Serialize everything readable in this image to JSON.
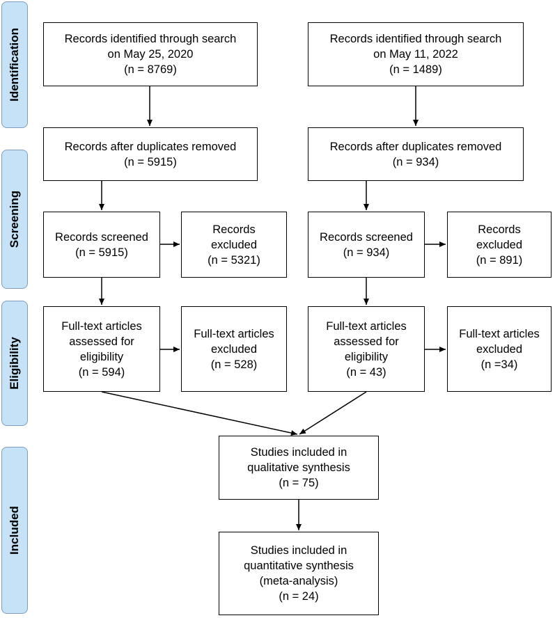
{
  "stages": {
    "identification": "Identification",
    "screening": "Screening",
    "eligibility": "Eligibility",
    "included": "Included"
  },
  "left": {
    "identified": [
      "Records identified through search",
      "on May 25, 2020",
      "(n = 8769)"
    ],
    "dedup": [
      "Records after duplicates removed",
      "(n = 5915)"
    ],
    "screened": [
      "Records screened",
      "(n = 5915)"
    ],
    "excluded": [
      "Records",
      "excluded",
      "(n = 5321)"
    ],
    "fulltext": [
      "Full-text articles",
      "assessed for",
      "eligibility",
      "(n = 594)"
    ],
    "ft_excluded": [
      "Full-text articles",
      "excluded",
      "(n = 528)"
    ]
  },
  "right": {
    "identified": [
      "Records identified through search",
      "on May 11, 2022",
      "(n =  1489)"
    ],
    "dedup": [
      "Records after duplicates removed",
      "(n = 934)"
    ],
    "screened": [
      "Records screened",
      "(n = 934)"
    ],
    "excluded": [
      "Records",
      "excluded",
      "(n = 891)"
    ],
    "fulltext": [
      "Full-text articles",
      "assessed for",
      "eligibility",
      "(n = 43)"
    ],
    "ft_excluded": [
      "Full-text articles",
      "excluded",
      "(n =34)"
    ]
  },
  "included": {
    "qualitative": [
      "Studies included in",
      "qualitative synthesis",
      "(n = 75)"
    ],
    "quantitative": [
      "Studies included in",
      "quantitative synthesis",
      "(meta-analysis)",
      "(n = 24)"
    ]
  },
  "colors": {
    "stage_fill": "#c5e2f7",
    "stage_border": "#7f9cbf",
    "line": "#000000"
  }
}
